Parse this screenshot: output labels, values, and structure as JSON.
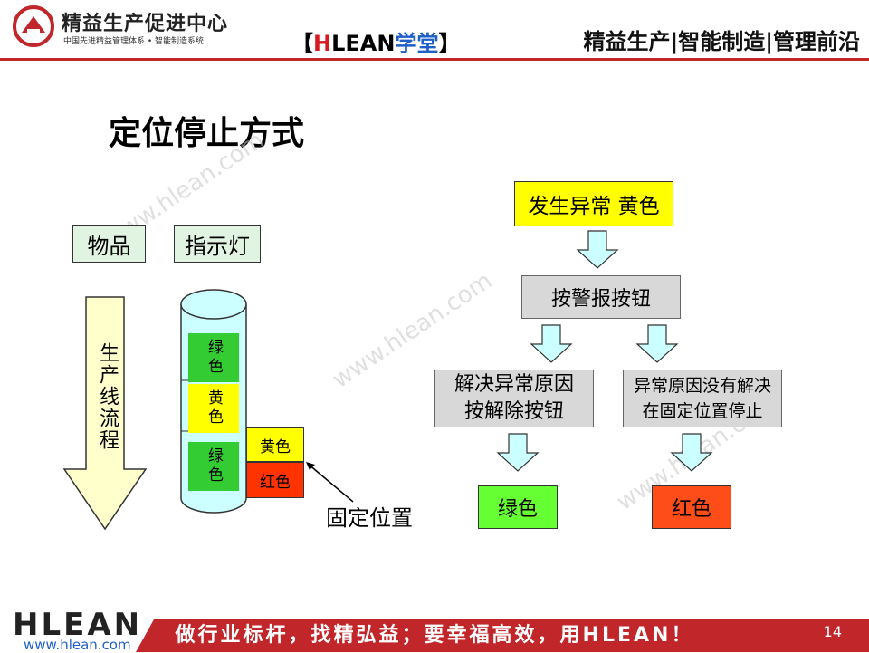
{
  "header": {
    "org_name": "精益生产促进中心",
    "org_sub": "中国先进精益管理体系 • 智能制造系统",
    "brand_open": "【",
    "brand_h": "H",
    "brand_lean": "LEAN",
    "brand_cn": "学堂",
    "brand_close": "】",
    "slogan": "精益生产|智能制造|管理前沿"
  },
  "slide": {
    "title": "定位停止方式",
    "watermark": "www.hlean.com"
  },
  "left_diagram": {
    "item_label": "物品",
    "light_label": "指示灯",
    "flow_label": "生产线流程",
    "lamps": [
      "绿色",
      "黄色",
      "绿色"
    ],
    "side_yellow": "黄色",
    "side_red": "红色",
    "fixed_position": "固定位置"
  },
  "right_diagram": {
    "abnormal": "发生异常  黄色",
    "press_alarm": "按警报按钮",
    "solved_line1": "解决异常原因",
    "solved_line2": "按解除按钮",
    "unsolved_line1": "异常原因没有解决",
    "unsolved_line2": "在固定位置停止",
    "green": "绿色",
    "red": "红色"
  },
  "colors": {
    "accent_red": "#c0262a",
    "lamp_green": "#33cc33",
    "lamp_yellow": "#ffff00",
    "lamp_red": "#ff3300",
    "box_green": "#66ff33",
    "box_red": "#ff4d1a",
    "arrow_fill": "#ccffff",
    "flow_arrow_fill": "#ffffcc",
    "cylinder_fill": "#ccffff"
  },
  "footer": {
    "logo": "HLEAN",
    "url": "www.hlean.com",
    "slogan": "做行业标杆，找精弘益；要幸福高效，用HLEAN！",
    "page": "14"
  }
}
